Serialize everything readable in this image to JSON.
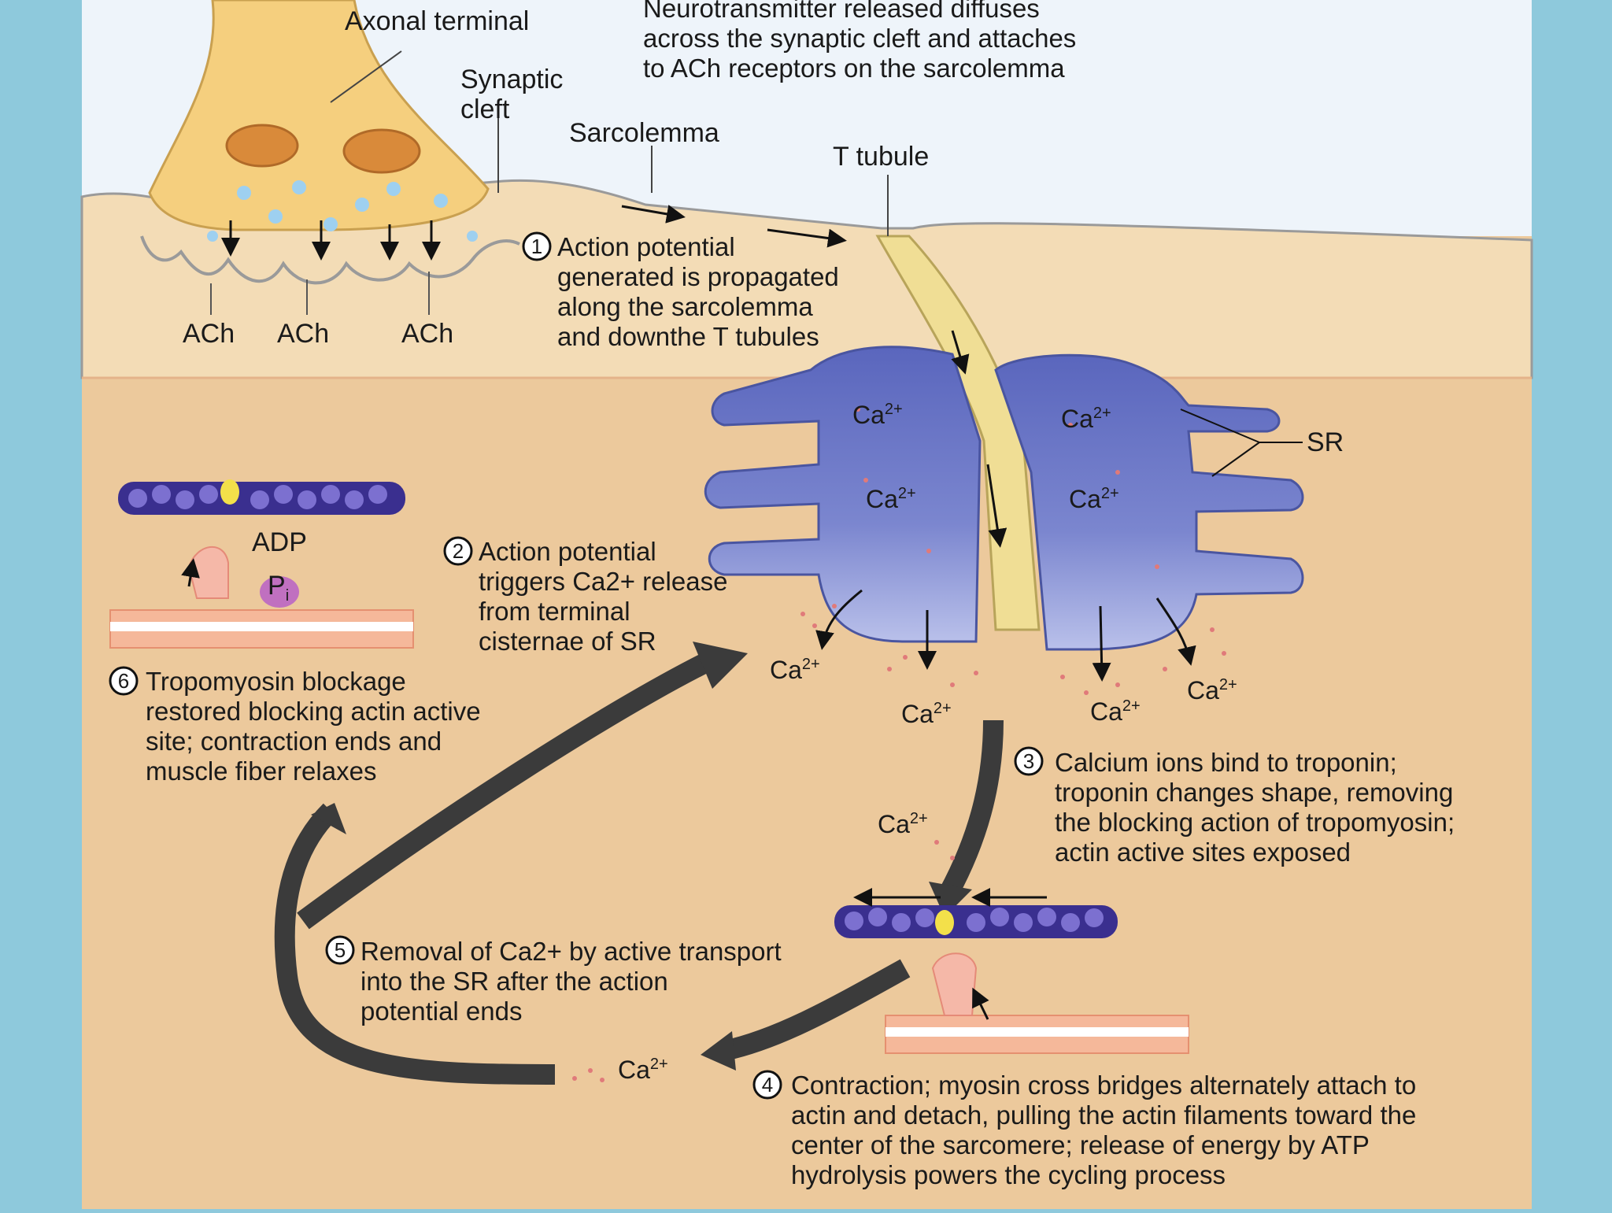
{
  "labels": {
    "axonal_terminal": "Axonal terminal",
    "synaptic_cleft": [
      "Synaptic",
      "cleft"
    ],
    "sarcolemma": "Sarcolemma",
    "t_tubule": "T tubule",
    "sr": "SR",
    "ach": [
      "ACh",
      "ACh",
      "ACh"
    ],
    "adp": "ADP",
    "pi": "P",
    "pi_sub": "i",
    "neurotransmitter": [
      "Neurotransmitter released diffuses",
      "across the synaptic cleft and attaches",
      "to ACh receptors on the sarcolemma"
    ]
  },
  "ion": {
    "base": "Ca",
    "charge": "2+"
  },
  "steps": [
    {
      "num": "1",
      "lines": [
        "Action potential",
        "generated is propagated",
        "along the sarcolemma",
        "and downthe T tubules"
      ]
    },
    {
      "num": "2",
      "lines": [
        "Action potential",
        "triggers Ca2+ release",
        "from terminal",
        "cisternae of SR"
      ]
    },
    {
      "num": "3",
      "lines": [
        "Calcium ions bind to troponin;",
        "troponin changes shape, removing",
        "the blocking action of tropomyosin;",
        "actin active sites exposed"
      ]
    },
    {
      "num": "4",
      "lines": [
        "Contraction; myosin cross bridges alternately attach to",
        "actin and detach, pulling the actin filaments toward the",
        "center of the sarcomere; release of energy by ATP",
        "hydrolysis powers the cycling process"
      ]
    },
    {
      "num": "5",
      "lines": [
        "Removal of Ca2+ by active transport",
        "into the SR after the action",
        "potential ends"
      ]
    },
    {
      "num": "6",
      "lines": [
        "Tropomyosin blockage",
        "restored blocking actin active",
        "site; contraction ends and",
        "muscle fiber relaxes"
      ]
    }
  ],
  "colors": {
    "frame": "#8ec9dc",
    "extracellular": "#eef4fa",
    "sarcolemma_band": "#f3dcb6",
    "cytoplasm": "#ecc99c",
    "terminal": "#f5cf7e",
    "sr": "#5f6cc0",
    "t_tubule": "#f0de95",
    "arrow": "#3b3b3b",
    "actin": "#3a2f8f"
  }
}
